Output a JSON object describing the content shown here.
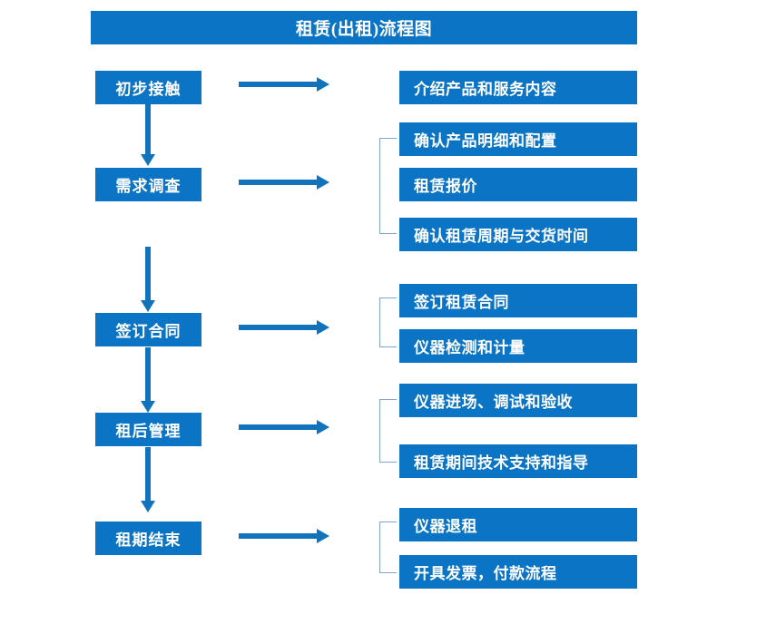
{
  "diagram": {
    "title": "租赁(出租)流程图",
    "accent_color": "#0B74C4",
    "arrow_color": "#1173BC",
    "bracket_color": "#7FA6CC",
    "text_color": "#FFFFFF",
    "background_color": "#FFFFFF",
    "stages": [
      {
        "label": "初步接触",
        "details": [
          "介绍产品和服务内容"
        ],
        "bracketed": false
      },
      {
        "label": "需求调查",
        "details": [
          "确认产品明细和配置",
          "租赁报价",
          "确认租赁周期与交货时间"
        ],
        "bracketed": true
      },
      {
        "label": "签订合同",
        "details": [
          "签订租赁合同",
          "仪器检测和计量"
        ],
        "bracketed": true
      },
      {
        "label": "租后管理",
        "details": [
          "仪器进场、调试和验收",
          "租赁期间技术支持和指导"
        ],
        "bracketed": true
      },
      {
        "label": "租期结束",
        "details": [
          "仪器退租",
          "开具发票，付款流程"
        ],
        "bracketed": true
      }
    ]
  }
}
